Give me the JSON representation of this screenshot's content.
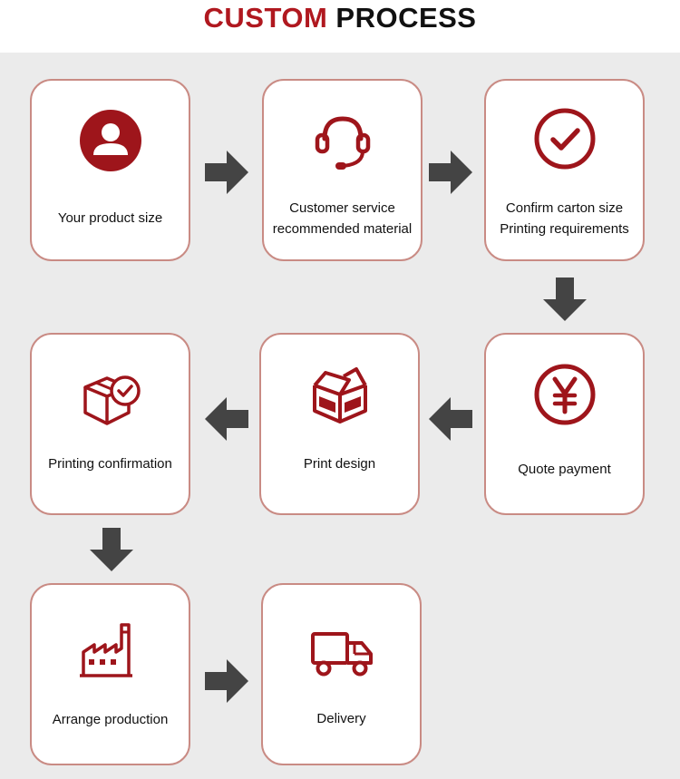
{
  "title": {
    "part1": "CUSTOM",
    "part2": "PROCESS"
  },
  "colors": {
    "accent": "#9e151b",
    "card_border": "#c98b84",
    "arrow": "#444444",
    "background": "#ebebeb"
  },
  "steps": [
    {
      "icon": "user-icon",
      "lines": [
        "Your product size"
      ]
    },
    {
      "icon": "headset-icon",
      "lines": [
        "Customer service",
        "recommended material"
      ]
    },
    {
      "icon": "check-circle-icon",
      "lines": [
        "Confirm carton size",
        "Printing requirements"
      ]
    },
    {
      "icon": "yen-circle-icon",
      "lines": [
        "Quote payment"
      ]
    },
    {
      "icon": "open-box-icon",
      "lines": [
        "Print design"
      ]
    },
    {
      "icon": "box-check-icon",
      "lines": [
        "Printing confirmation"
      ]
    },
    {
      "icon": "factory-icon",
      "lines": [
        "Arrange production"
      ]
    },
    {
      "icon": "truck-icon",
      "lines": [
        "Delivery"
      ]
    }
  ]
}
